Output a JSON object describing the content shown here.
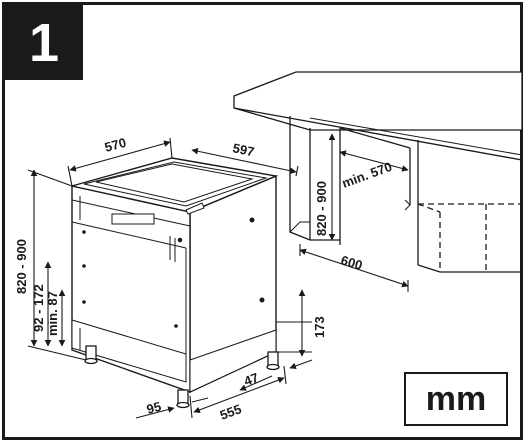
{
  "step": {
    "number": "1"
  },
  "unit": {
    "label": "mm"
  },
  "dimensions": {
    "depth_top": "570",
    "width_top": "597",
    "height_left": "820 - 900",
    "plinth_range": "92 - 172",
    "plinth_min": "min. 87",
    "niche_height": "820 - 900",
    "niche_min_depth": "min. 570",
    "niche_width": "600",
    "kick_height": "173",
    "kick_offset": "47",
    "foot_offset": "95",
    "bottom_depth": "555"
  }
}
